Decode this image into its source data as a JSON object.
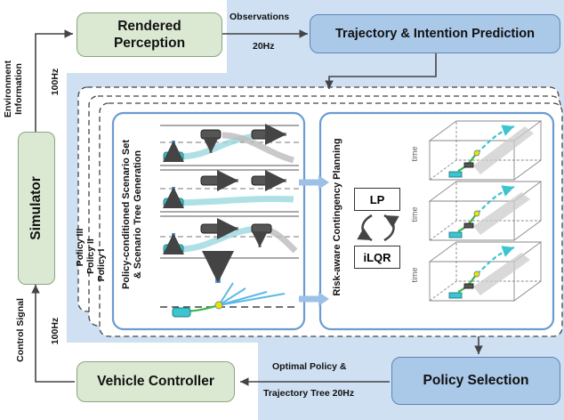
{
  "nodes": {
    "rendered_perception": "Rendered\nPerception",
    "trajectory_prediction": "Trajectory & Intention  Prediction",
    "simulator": "Simulator",
    "vehicle_controller": "Vehicle Controller",
    "policy_selection": "Policy Selection",
    "scenario_panel": "Policy-conditioned  Scenario Set\n& Scenario Tree Generation",
    "planning_panel": "Risk-aware Contingency Planning",
    "lp": "LP",
    "ilqr": "iLQR"
  },
  "edges": {
    "observations": "Observations",
    "obs_rate": "20Hz",
    "env_info": "Environment\nInformation",
    "env_rate": "100Hz",
    "control_signal": "Control Signal",
    "control_rate": "100Hz",
    "optimal_policy": "Optimal Policy &",
    "trajectory_tree": "Trajectory Tree 20Hz"
  },
  "policies": [
    "Policy III",
    "Policy II",
    "Policy I"
  ],
  "axis_label": "time",
  "colors": {
    "green_fill": "#dbe9d3",
    "blue_fill": "#aac8e8",
    "background_band": "#cfe0f3",
    "panel_border": "#6b9bd0",
    "ego_car": "#3cc4cf",
    "other_car": "#555555",
    "trajectory_green": "#3bb54a"
  }
}
